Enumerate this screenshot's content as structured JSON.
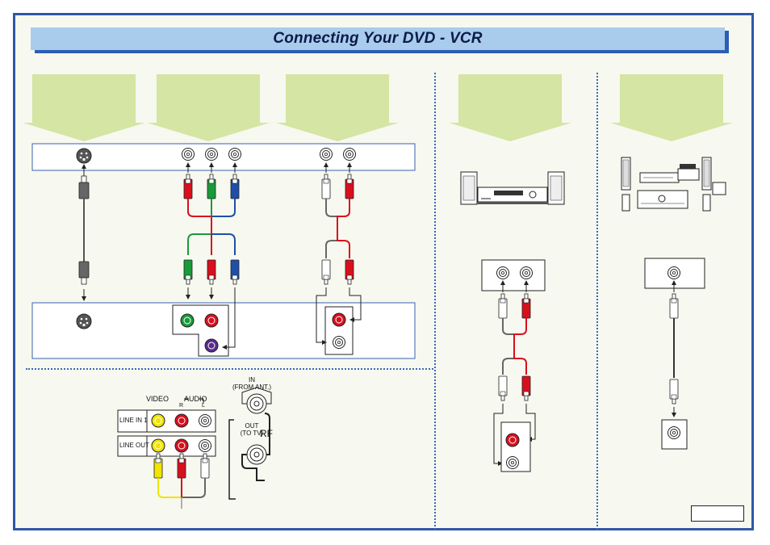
{
  "page": {
    "title": "Connecting Your DVD - VCR"
  },
  "rear_panel": {
    "video_label": "VIDEO",
    "audio_label": "AUDIO",
    "audio_r": "R",
    "audio_l": "L",
    "line_in_label": "LINE IN 1",
    "line_out_label": "LINE OUT",
    "rf_in_label": "IN\n(FROM ANT.)",
    "rf_out_label": "OUT\n(TO TV)",
    "rf_label": "RF"
  },
  "colors": {
    "frame": "#2f58a6",
    "title_bar": "#a9ccec",
    "arrow_fill": "#d4e5a4",
    "jack_red": "#d8101e",
    "jack_green": "#1a9a3a",
    "jack_blue": "#1f4fa8",
    "jack_yellow": "#f0e400",
    "jack_white": "#ffffff",
    "jack_purple": "#5a2a8c"
  },
  "icons": [
    "s-video-jack-icon",
    "rca-jack-icon",
    "rca-plug-icon",
    "stereo-system-icon",
    "home-theater-icon"
  ]
}
